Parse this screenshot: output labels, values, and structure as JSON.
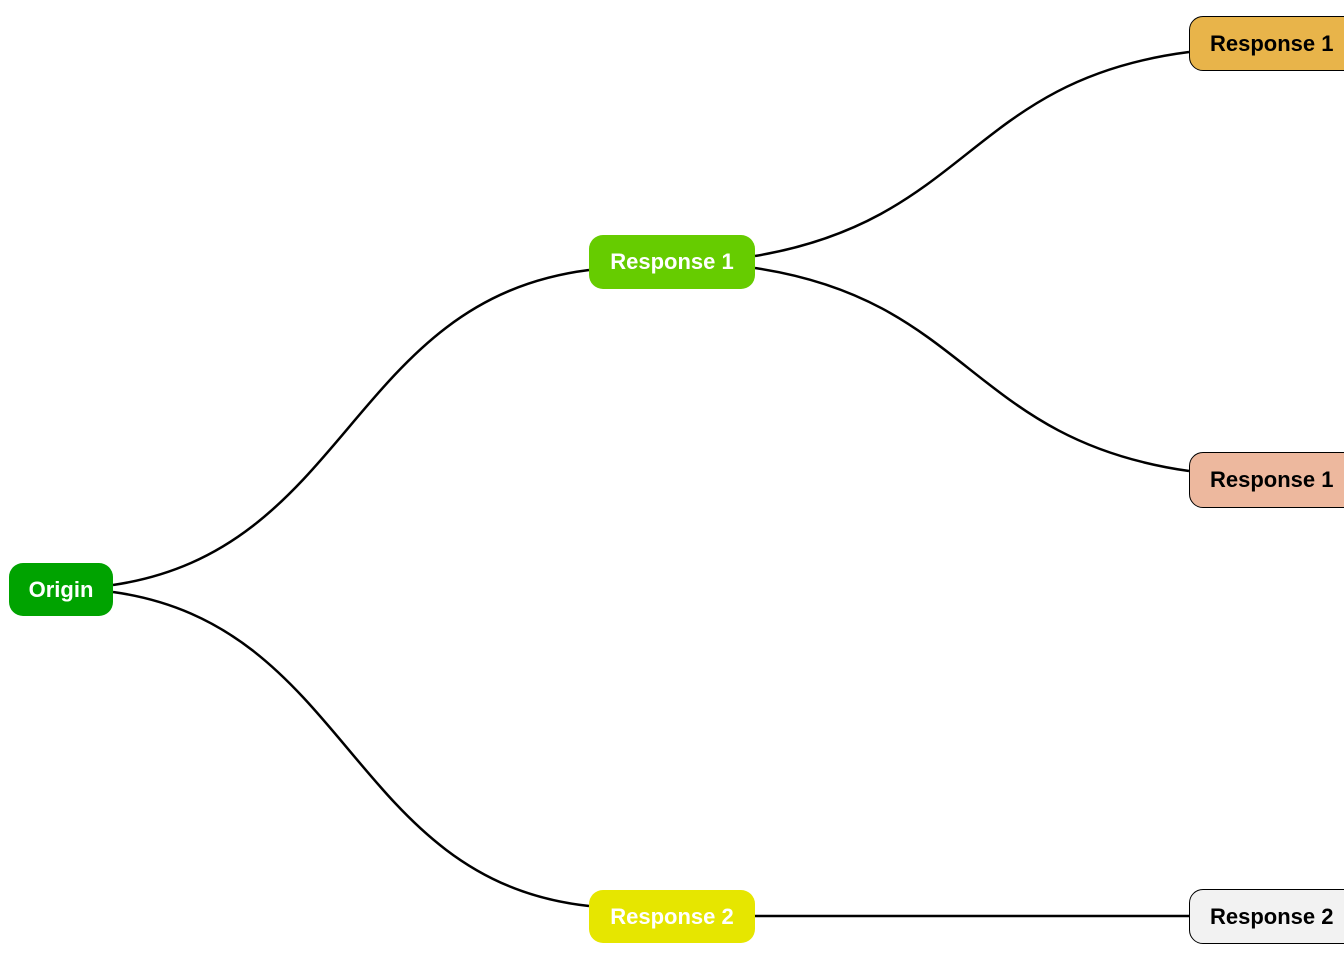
{
  "nodes": {
    "origin": {
      "label": "Origin",
      "color": "#00a300"
    },
    "response_1": {
      "label": "Response 1",
      "color": "#66cc00"
    },
    "response_2": {
      "label": "Response 2",
      "color": "#e6e600"
    },
    "response_1_child_a": {
      "label": "Response 1",
      "color": "#e8b44a"
    },
    "response_1_child_b": {
      "label": "Response 1",
      "color": "#edb89e"
    },
    "response_2_child": {
      "label": "Response 2",
      "color": "#f2f2f2"
    }
  },
  "edges": [
    {
      "from": "origin",
      "to": "response_1"
    },
    {
      "from": "origin",
      "to": "response_2"
    },
    {
      "from": "response_1",
      "to": "response_1_child_a"
    },
    {
      "from": "response_1",
      "to": "response_1_child_b"
    },
    {
      "from": "response_2",
      "to": "response_2_child"
    }
  ]
}
